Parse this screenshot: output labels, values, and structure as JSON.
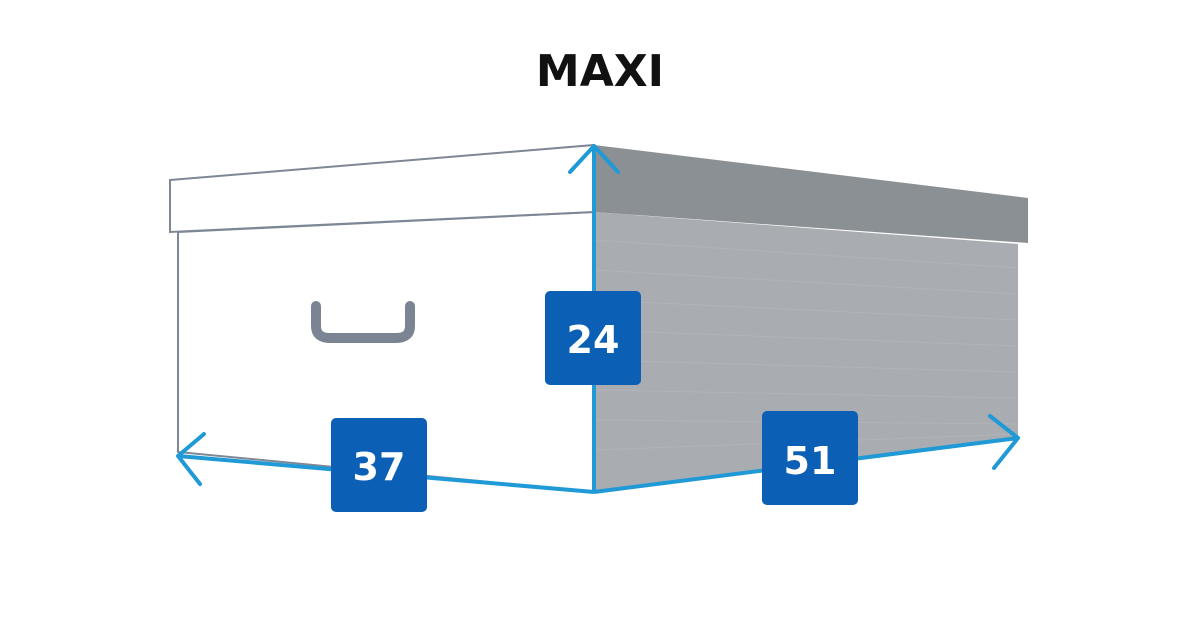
{
  "title": "MAXI",
  "dimensions": {
    "height": "24",
    "depth": "37",
    "width": "51"
  },
  "colors": {
    "accent_blue": "#1f9ad6",
    "badge_blue": "#0b5fb5",
    "outline": "#7d8796",
    "side_face": "#a9adb2",
    "lid_side": "#8b9094",
    "handle": "#7a8492"
  }
}
